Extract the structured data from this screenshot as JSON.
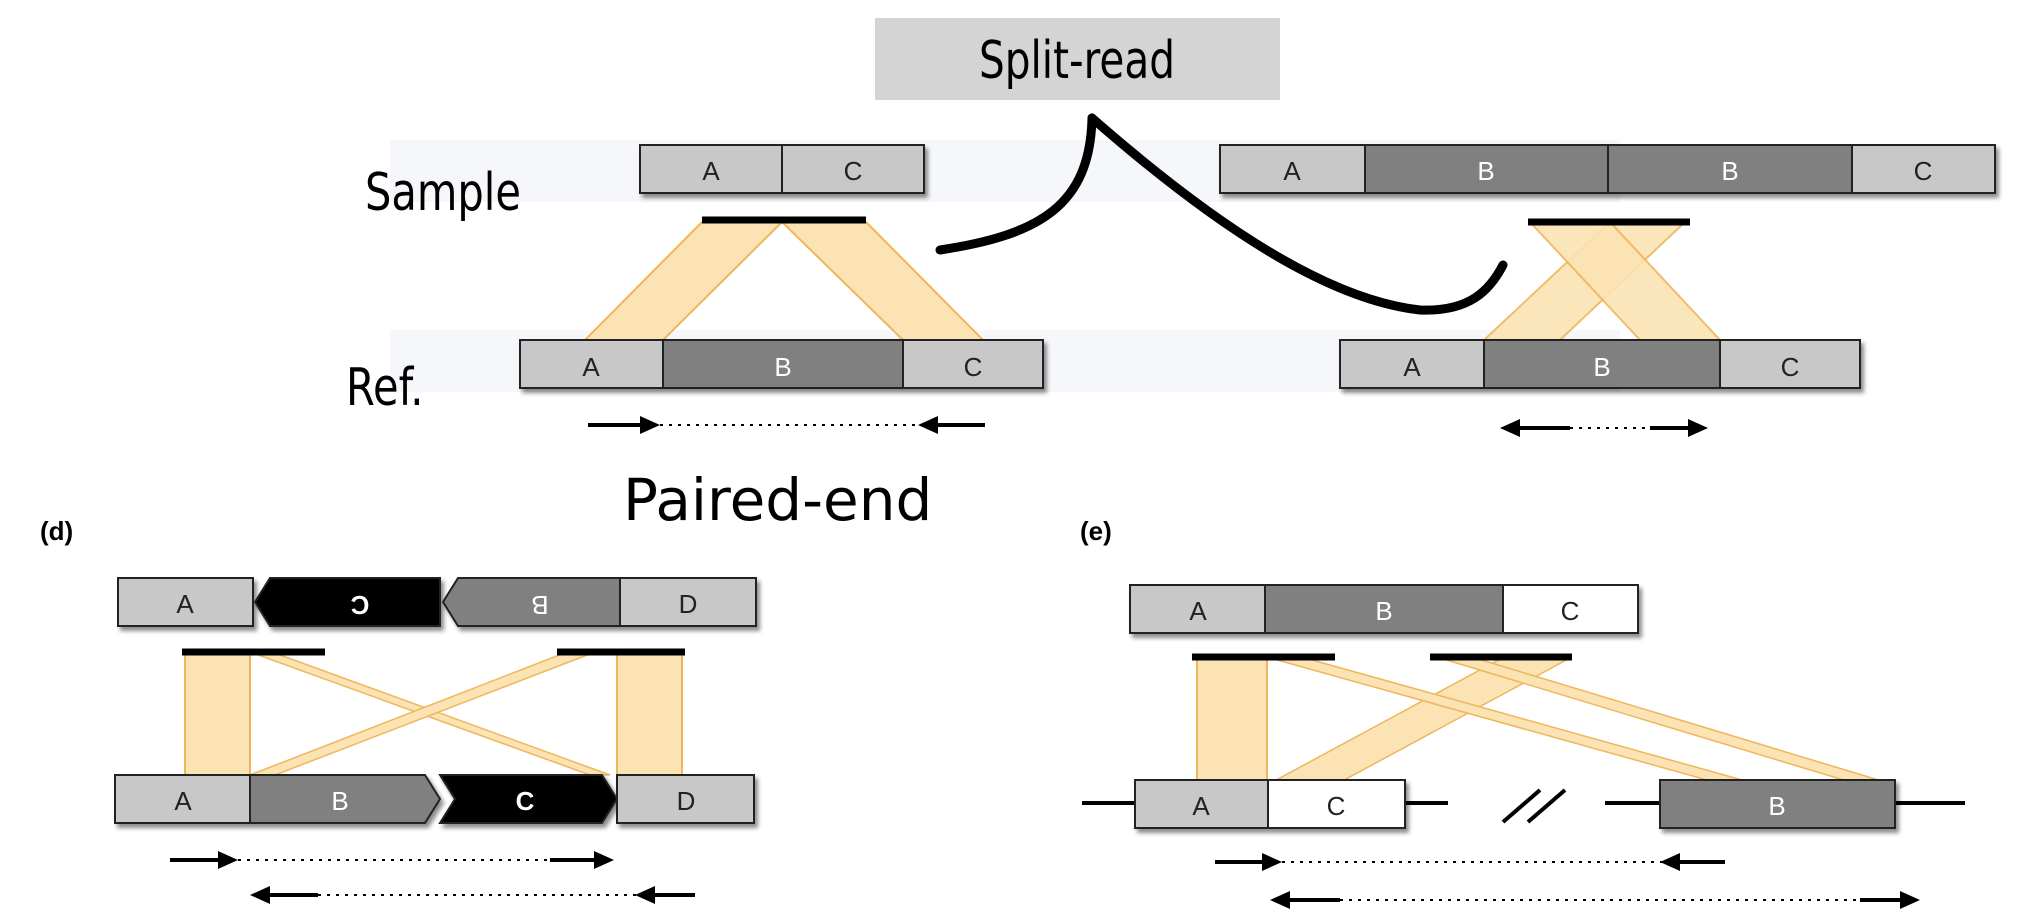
{
  "labels": {
    "split_read": "Split-read",
    "sample": "Sample",
    "ref": "Ref.",
    "paired_end": "Paired-end",
    "panel_d": "(d)",
    "panel_e": "(e)"
  },
  "segments": {
    "A": "A",
    "B": "B",
    "C": "C",
    "D": "D"
  },
  "colors": {
    "light_gray": "#c8c8c8",
    "dark_gray": "#808080",
    "black": "#000000",
    "white": "#ffffff",
    "band_fill": "#fbe3b3",
    "band_stroke": "#efb65c",
    "label_box": "#d4d4d4"
  },
  "icons": [
    "arrow-right-icon",
    "arrow-left-icon",
    "break-slash-icon"
  ]
}
